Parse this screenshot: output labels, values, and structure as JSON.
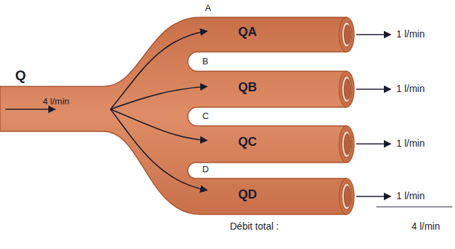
{
  "diagram": {
    "labels": [
      "Q",
      "4 l/min",
      "A",
      "QA",
      "B",
      "QB",
      "C",
      "QC",
      "D",
      "QD",
      "1 l/min",
      "1 l/min",
      "1 l/min",
      "1 l/min",
      "Débit total :",
      "4 l/min"
    ]
  }
}
